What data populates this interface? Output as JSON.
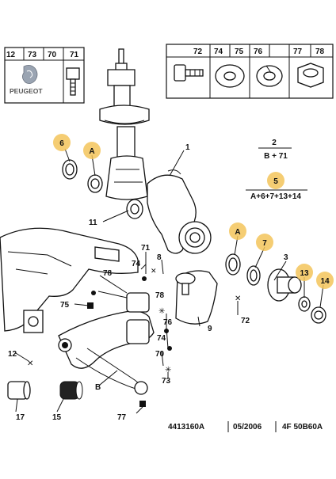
{
  "brand": {
    "name": "PEUGEOT"
  },
  "corner_box": {
    "labels": [
      "12",
      "73",
      "70",
      "71"
    ]
  },
  "fastener_box": {
    "labels": [
      "72",
      "74",
      "75",
      "76",
      "77",
      "78"
    ]
  },
  "formulas": [
    {
      "top": "2",
      "bottom": "B + 71"
    },
    {
      "top": "5",
      "bottom": "A+6+7+13+14"
    }
  ],
  "callouts": [
    {
      "id": "c1",
      "text": "1"
    },
    {
      "id": "c3",
      "text": "3"
    },
    {
      "id": "c6",
      "text": "6",
      "highlighted": true
    },
    {
      "id": "cA1",
      "text": "A",
      "highlighted": true
    },
    {
      "id": "cA2",
      "text": "A",
      "highlighted": true
    },
    {
      "id": "c7",
      "text": "7",
      "highlighted": true
    },
    {
      "id": "c13",
      "text": "13",
      "highlighted": true
    },
    {
      "id": "c14",
      "text": "14",
      "highlighted": true
    },
    {
      "id": "c11",
      "text": "11"
    },
    {
      "id": "c71",
      "text": "71"
    },
    {
      "id": "c74a",
      "text": "74"
    },
    {
      "id": "c8",
      "text": "8"
    },
    {
      "id": "c78a",
      "text": "78"
    },
    {
      "id": "c75",
      "text": "75"
    },
    {
      "id": "c78b",
      "text": "78"
    },
    {
      "id": "c76",
      "text": "76"
    },
    {
      "id": "c74b",
      "text": "74"
    },
    {
      "id": "c70",
      "text": "70"
    },
    {
      "id": "c73",
      "text": "73"
    },
    {
      "id": "c9",
      "text": "9"
    },
    {
      "id": "c72",
      "text": "72"
    },
    {
      "id": "c12",
      "text": "12"
    },
    {
      "id": "cB",
      "text": "B"
    },
    {
      "id": "c17",
      "text": "17"
    },
    {
      "id": "c15",
      "text": "15"
    },
    {
      "id": "c77",
      "text": "77"
    }
  ],
  "footer": {
    "ref": "4413160A",
    "date": "05/2006",
    "code": "4F 50B60A"
  }
}
